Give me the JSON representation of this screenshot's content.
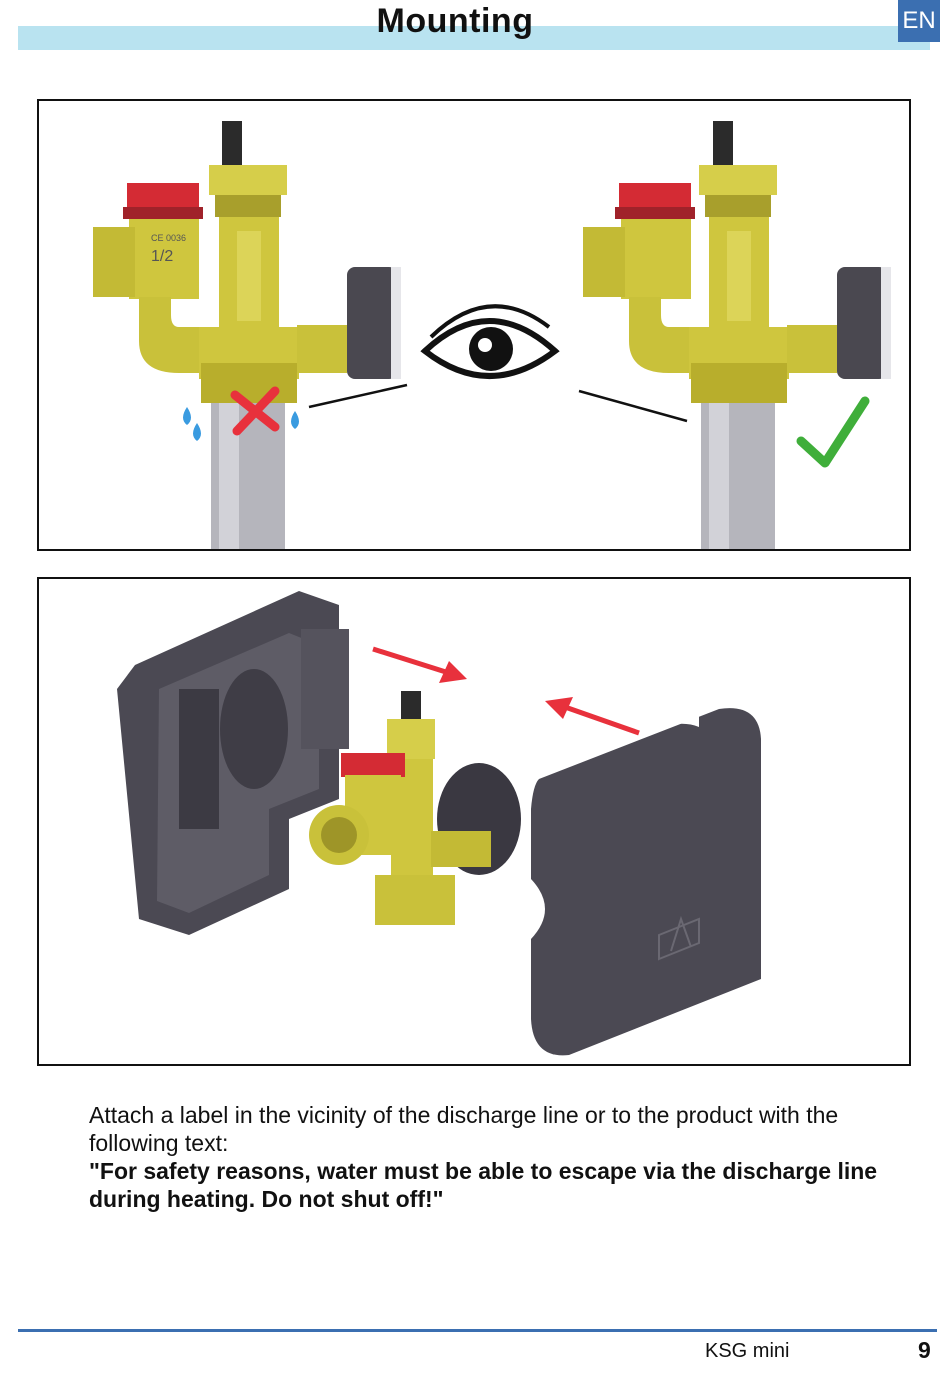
{
  "header": {
    "title": "Mounting",
    "language": "EN"
  },
  "figures": {
    "fig1_valve_label": "1/2",
    "fig1_ce_mark": "CE 0036"
  },
  "body": {
    "instruction": "Attach a label in the vicinity of the discharge line or to the product with the following text:",
    "warning": "\"For safety reasons, water must be able to escape via the discharge line during heating. Do not shut off!\""
  },
  "footer": {
    "product": "KSG mini",
    "page_number": "9"
  },
  "colors": {
    "header_bar": "#b9e3f0",
    "badge": "#3b6fb1",
    "brass": "#c9c13a",
    "cap_red": "#d42b34",
    "insulation": "#4b4953",
    "error_red": "#e8313c",
    "ok_green": "#3fae3a",
    "water_blue": "#3a9be0"
  }
}
